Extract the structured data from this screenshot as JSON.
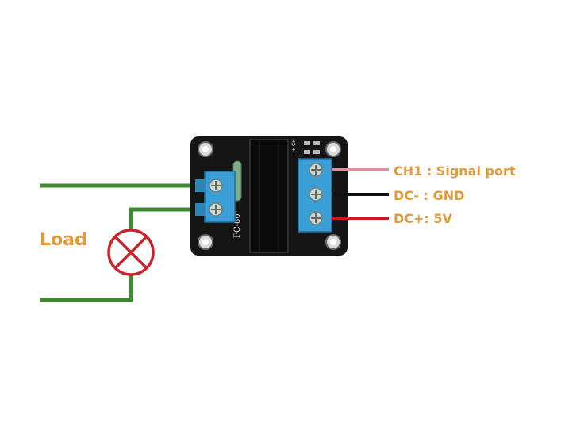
{
  "labels": {
    "load": "Load",
    "ch1": "CH1 : Signal port",
    "gnd": "DC- : GND",
    "vcc": "DC+: 5V"
  },
  "board": {
    "silkscreen_model": "FC-80",
    "silkscreen_right": "- + CH"
  },
  "colors": {
    "label_text": "#e39b3a",
    "load_wire": "#3f8a32",
    "lamp": "#c8242b",
    "signal_wire": "#d8919a",
    "gnd_wire": "#111111",
    "vcc_wire": "#d0161c",
    "board": "#151515",
    "terminal": "#3a9fd6"
  },
  "icons": {
    "lamp": "lamp-cross-circle-icon",
    "screw": "screw-icon"
  }
}
